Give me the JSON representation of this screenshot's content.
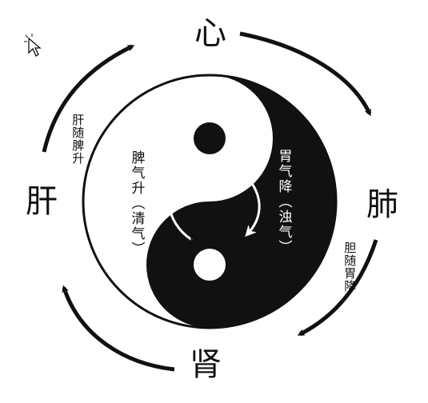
{
  "organs": {
    "top": "心",
    "right": "肺",
    "bottom": "肾",
    "left": "肝"
  },
  "notes": {
    "left_arc": "肝随脾升",
    "right_arc": "胆随胃降"
  },
  "inner": {
    "stomach": "胃",
    "spleen": "脾",
    "spleen_rise": "脾气升（清气）",
    "stomach_descend": "胃气降（浊气）"
  },
  "colors": {
    "ink": "#111111",
    "paper": "#ffffff"
  }
}
